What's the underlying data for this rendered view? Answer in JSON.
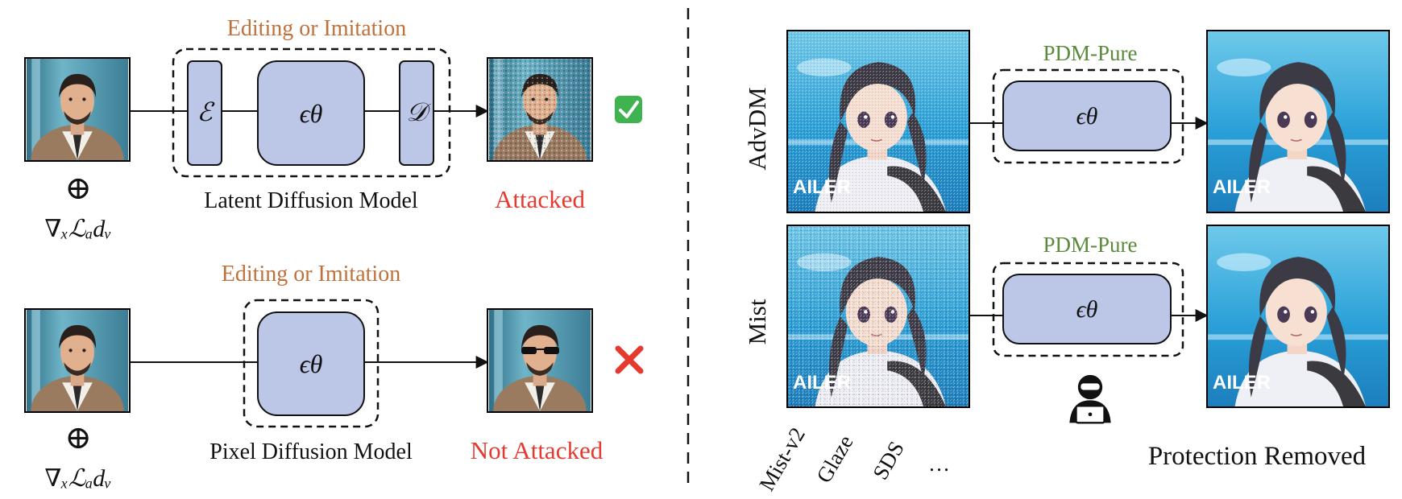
{
  "colors": {
    "box_fill": "#bcc6e6",
    "box_stroke": "#1a1a1a",
    "orange": "#c0703a",
    "green": "#5a8a3a",
    "red": "#e53a2f",
    "check_green": "#3fb350"
  },
  "left": {
    "top_row": {
      "input_image": "face-photo",
      "plus_symbol": "⊕",
      "gradient_label": "∇ₓℒₐdᵥ",
      "title": "Editing or Imitation",
      "encoder_symbol": "ℰ",
      "denoiser_symbol": "ϵθ",
      "decoder_symbol": "𝒟",
      "caption": "Latent Diffusion Model",
      "output_image": "noisy-face-photo",
      "result": "Attacked",
      "status_icon": "check-mark-icon"
    },
    "bottom_row": {
      "input_image": "face-photo",
      "plus_symbol": "⊕",
      "gradient_label": "∇ₓℒₐdᵥ",
      "title": "Editing or Imitation",
      "denoiser_symbol": "ϵθ",
      "caption": "Pixel Diffusion Model",
      "output_image": "face-photo-sunglasses",
      "result": "Not Attacked",
      "status_icon": "cross-mark-icon"
    }
  },
  "right": {
    "rows": [
      {
        "label": "AdvDM",
        "purifier_title": "PDM-Pure",
        "denoiser_symbol": "ϵθ",
        "input_watermark": "AILER",
        "output_watermark": "AILER"
      },
      {
        "label": "Mist",
        "purifier_title": "PDM-Pure",
        "denoiser_symbol": "ϵθ",
        "input_watermark": "AILER",
        "output_watermark": "AILER"
      }
    ],
    "other_methods": [
      "Mist-v2",
      "Glaze",
      "SDS",
      "…"
    ],
    "attacker_icon": "hacker-icon",
    "footer": "Protection Removed"
  }
}
